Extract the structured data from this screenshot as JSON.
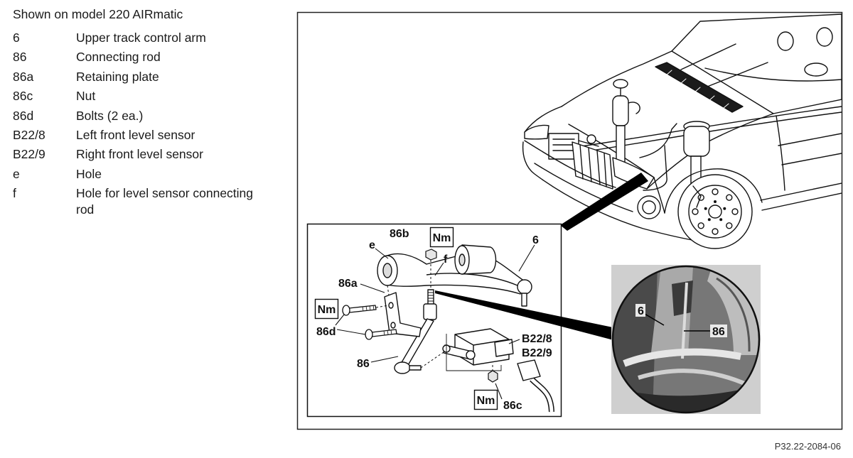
{
  "header": {
    "model_note": "Shown on model 220 AIRmatic"
  },
  "legend": [
    {
      "code": "6",
      "desc": "Upper track control arm"
    },
    {
      "code": "86",
      "desc": "Connecting rod"
    },
    {
      "code": "86a",
      "desc": "Retaining plate"
    },
    {
      "code": "86c",
      "desc": "Nut"
    },
    {
      "code": "86d",
      "desc": "Bolts (2 ea.)"
    },
    {
      "code": "B22/8",
      "desc": "Left front level sensor"
    },
    {
      "code": "B22/9",
      "desc": "Right front level sensor"
    },
    {
      "code": "e",
      "desc": "Hole"
    },
    {
      "code": "f",
      "desc": "Hole for level sensor connecting rod"
    }
  ],
  "detail_view": {
    "labels": {
      "part_86b": "86b",
      "torque_top": "Nm",
      "part_6": "6",
      "hole_e": "e",
      "hole_f": "f",
      "part_86a": "86a",
      "torque_left": "Nm",
      "part_86d": "86d",
      "sensor_b22_8": "B22/8",
      "sensor_b22_9": "B22/9",
      "part_86": "86",
      "torque_bottom": "Nm",
      "part_86c": "86c"
    }
  },
  "photo_view": {
    "labels": {
      "part_6": "6",
      "part_86": "86"
    }
  },
  "footer": {
    "figure_id": "P32.22-2084-06"
  },
  "colors": {
    "line_art": "#111111",
    "photo_background": "#cfcfcf",
    "text": "#1a1a1a"
  }
}
